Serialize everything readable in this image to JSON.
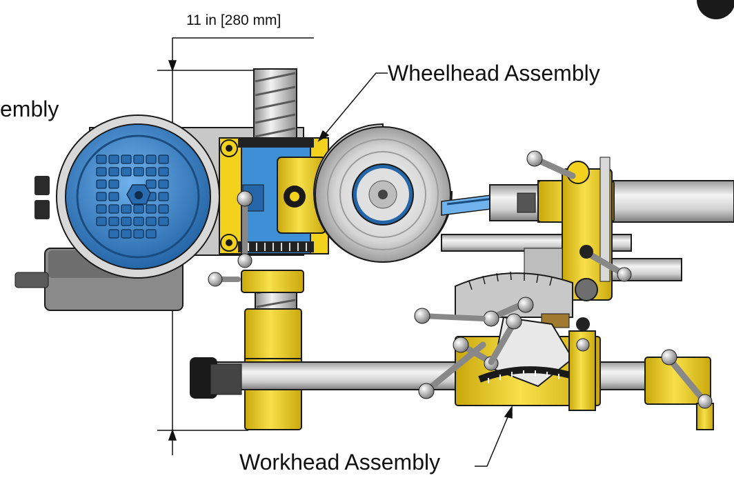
{
  "labels": {
    "dimension": "11 in [280 mm]",
    "left_assembly_partial": "embly",
    "wheelhead": "Wheelhead Assembly",
    "workhead": "Workhead Assembly"
  },
  "colors": {
    "motor_blue": "#3d8fd6",
    "motor_dark_blue": "#2566a8",
    "assembly_yellow": "#f2d21c",
    "yellow_dark": "#c9a80c",
    "steel_light": "#e2e2e2",
    "steel_mid": "#b8b8b8",
    "steel_dark": "#6e6e6e",
    "base_gray": "#8a8a8a",
    "outline": "#1a1a1a",
    "knob_black": "#222222"
  },
  "icons": {
    "motor_fan_grille": "fan-grille-icon",
    "grinding_wheel": "grinding-wheel-icon",
    "handle_lever": "lever-handle-icon"
  }
}
